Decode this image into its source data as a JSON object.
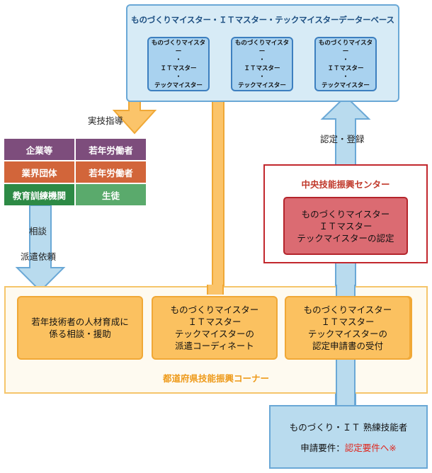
{
  "database": {
    "title": "ものづくりマイスター・ＩＴマスター・テックマイスターデーターベース",
    "cards": [
      [
        "ものづくりマイスター",
        "・",
        "ＩＴマスター",
        "・",
        "テックマイスター"
      ],
      [
        "ものづくりマイスター",
        "・",
        "ＩＴマスター",
        "・",
        "テックマイスター"
      ],
      [
        "ものづくりマイスター",
        "・",
        "ＩＴマスター",
        "・",
        "テックマイスター"
      ]
    ]
  },
  "labels": {
    "practical_guidance": "実技指導",
    "certify_register": "認定・登録",
    "consult": "相談",
    "dispatch_request": "派遣依頼"
  },
  "orgs": [
    {
      "left": "企業等",
      "right": "若年労働者",
      "left_color": "#7d4d7c",
      "right_color": "#7d4d7c"
    },
    {
      "left": "業界団体",
      "right": "若年労働者",
      "left_color": "#d2653a",
      "right_color": "#d2653a"
    },
    {
      "left": "教育訓練機関",
      "right": "生徒",
      "left_color": "#2d8a45",
      "right_color": "#5aaa6c"
    }
  ],
  "center": {
    "title": "中央技能振興センター",
    "box": [
      "ものづくりマイスター",
      "ＩＴマスター",
      "テックマイスターの認定"
    ]
  },
  "corner": {
    "title": "都道府県技能振興コーナー",
    "boxes": [
      [
        "若年技術者の人材育成に",
        "係る相談・援助"
      ],
      [
        "ものづくりマイスター",
        "ＩＴマスター",
        "テックマイスターの",
        "派遣コーディネート"
      ],
      [
        "ものづくりマイスター",
        "ＩＴマスター",
        "テックマイスターの",
        "認定申請書の受付"
      ]
    ]
  },
  "applicant": {
    "title": "ものづくり・ＩＴ 熟練技能者",
    "req_label": "申請要件：",
    "req_link": "認定要件へ※"
  },
  "colors": {
    "orange_flow": "#fbc46a",
    "orange_border": "#f0a836",
    "blue_flow": "#b9dbee",
    "blue_border": "#6aa8d6",
    "red_accent": "#c2272d"
  }
}
